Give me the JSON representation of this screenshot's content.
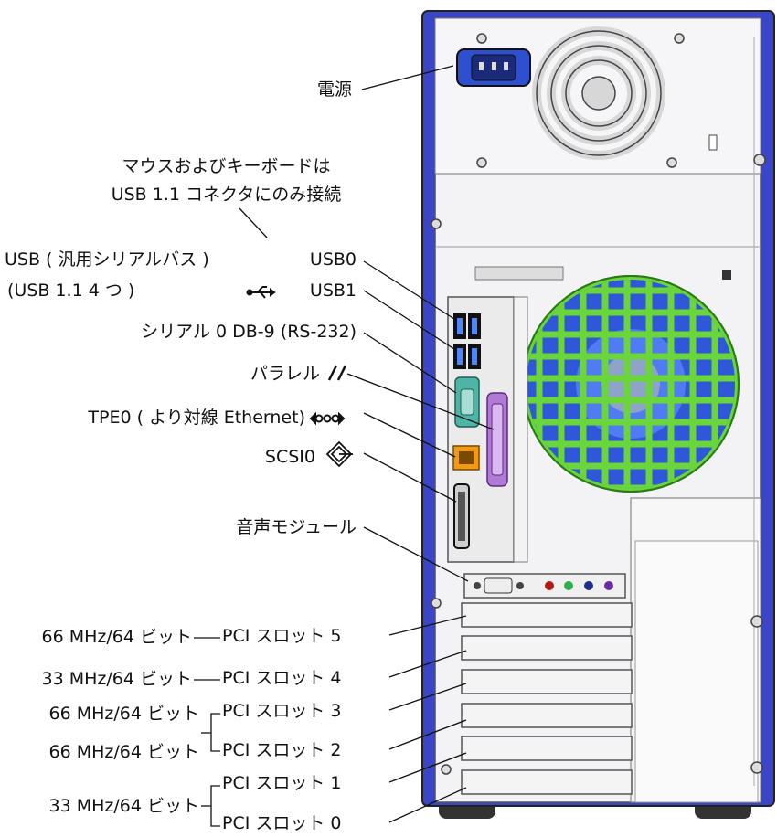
{
  "labels": {
    "power": "電源",
    "mouse_keyboard_line1": "マウスおよびキーボードは",
    "mouse_keyboard_line2": "USB 1.1 コネクタにのみ接続",
    "usb_line1": "USB ( 汎用シリアルバス )",
    "usb0": "USB0",
    "usb_line2": "(USB 1.1 4 つ )",
    "usb1": "USB1",
    "serial": "シリアル 0 DB-9 (RS-232)",
    "parallel": "パラレル",
    "tpe0": "TPE0 ( より対線 Ethernet)",
    "scsi0": "SCSI0",
    "audio": "音声モジュール",
    "pci5": "PCI スロット 5",
    "pci4": "PCI スロット 4",
    "pci3": "PCI スロット 3",
    "pci2": "PCI スロット 2",
    "pci1": "PCI スロット 1",
    "pci0": "PCI スロット 0",
    "speed_pci5": "66 MHz/64 ビット",
    "speed_pci4": "33 MHz/64 ビット",
    "speed_pci3": "66 MHz/64 ビット",
    "speed_pci2": "66 MHz/64 ビット",
    "speed_pci10": "33 MHz/64 ビット"
  },
  "icons": {
    "usb": "usb-icon",
    "parallel": "parallel-icon",
    "ethernet": "ethernet-icon",
    "scsi": "scsi-icon"
  },
  "colors": {
    "chassis_blue": "#3a45c8",
    "panel_gray": "#ebebeb",
    "fan_green": "#6ad63a",
    "fan_blue": "#2e58d8",
    "serial_teal": "#4db4a6",
    "parallel_purple": "#b07ad6",
    "ethernet_orange": "#f29a14",
    "power_socket": "#2d4fd0"
  }
}
